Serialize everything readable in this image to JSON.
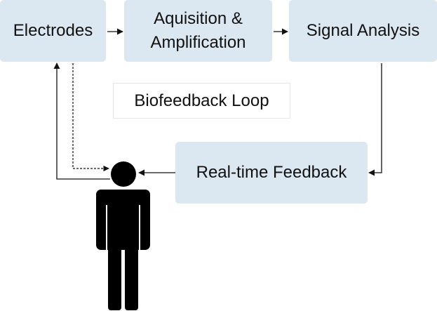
{
  "nodes": {
    "electrodes": "Electrodes",
    "acquisition": "Aquisition &\nAmplification",
    "signal_analysis": "Signal Analysis",
    "realtime_feedback": "Real-time Feedback"
  },
  "loop_label": "Biofeedback Loop",
  "colors": {
    "box_fill": "#dce8f1",
    "line": "#111111",
    "person": "#000000"
  }
}
